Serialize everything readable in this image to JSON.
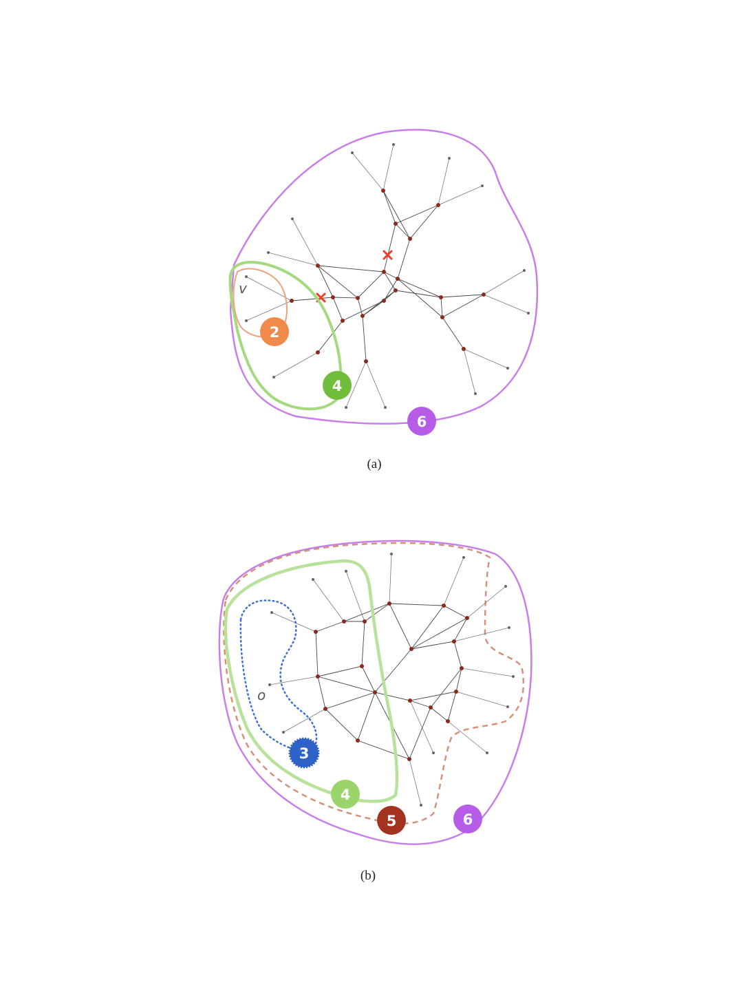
{
  "panels": [
    {
      "id": "a",
      "caption": "(a)",
      "vertex_label": "v",
      "badges": [
        {
          "label": "2",
          "color": "#ef8a4a"
        },
        {
          "label": "4",
          "color": "#6fbd3a"
        },
        {
          "label": "6",
          "color": "#b65ce6"
        }
      ]
    },
    {
      "id": "b",
      "caption": "(b)",
      "vertex_label": "o",
      "badges": [
        {
          "label": "3",
          "color": "#2f62c9"
        },
        {
          "label": "4",
          "color": "#9ad46a"
        },
        {
          "label": "5",
          "color": "#a3321e"
        },
        {
          "label": "6",
          "color": "#b65ce6"
        }
      ]
    }
  ],
  "colors": {
    "edge": "#444444",
    "inner_node": "#8a2a1e",
    "leaf_node": "#666666",
    "removed_mark": "#ee3b2b"
  }
}
